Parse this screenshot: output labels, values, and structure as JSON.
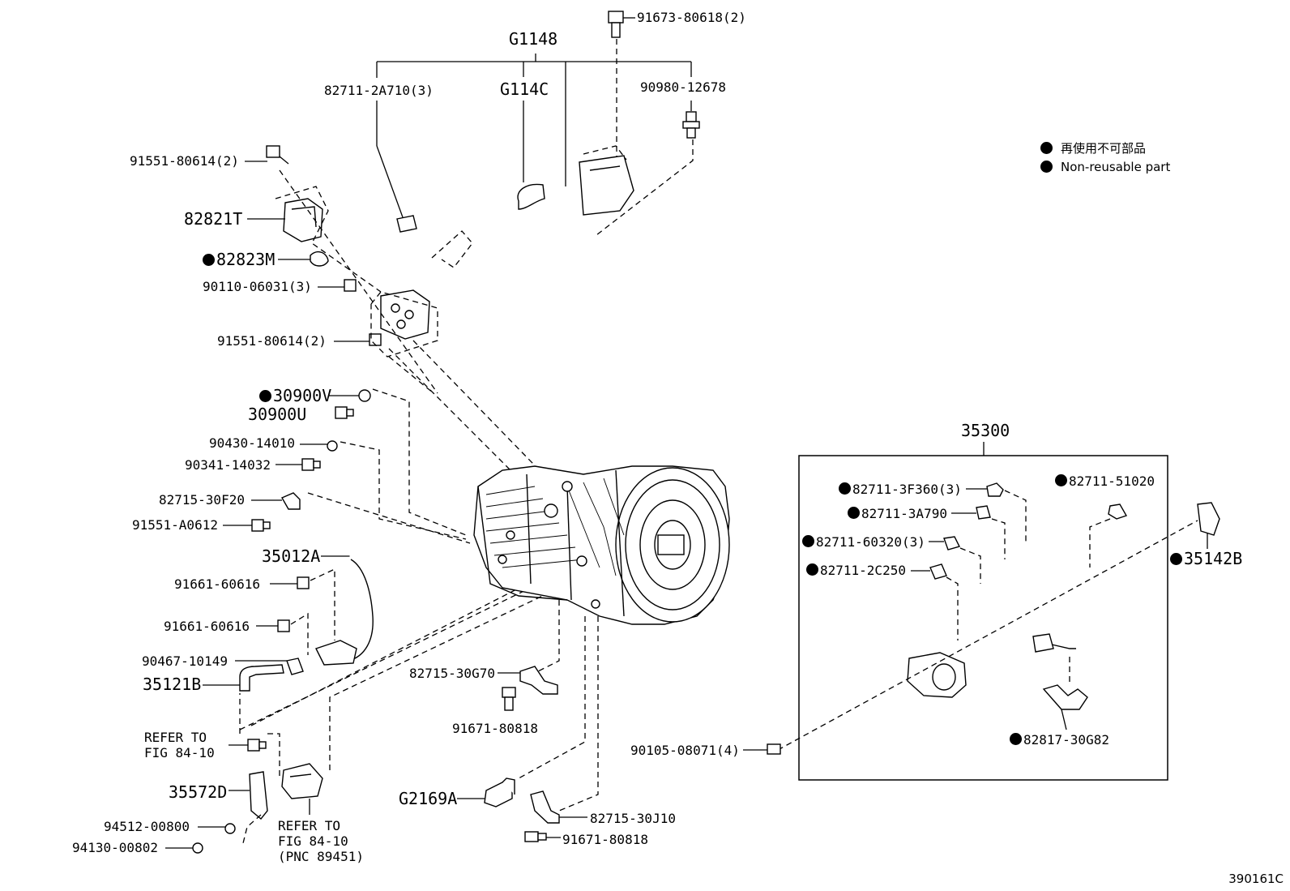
{
  "legend": {
    "japanese": "再使用不可部品",
    "english": "Non-reusable part"
  },
  "figure_id": "390161C",
  "labels": {
    "g1148": "G1148",
    "g114c": "G114C",
    "p91673": "91673-80618(2)",
    "p82711_2a710": "82711-2A710(3)",
    "p90980": "90980-12678",
    "p91551_top": "91551-80614(2)",
    "p82821t": "82821T",
    "p82823m": "82823M",
    "p90110": "90110-06031(3)",
    "p91551_mid": "91551-80614(2)",
    "p30900v": "30900V",
    "p30900u": "30900U",
    "p90430": "90430-14010",
    "p90341": "90341-14032",
    "p82715_30f20": "82715-30F20",
    "p91551_a0612": "91551-A0612",
    "p35012a": "35012A",
    "p91661_a": "91661-60616",
    "p91661_b": "91661-60616",
    "p90467": "90467-10149",
    "p35121b": "35121B",
    "refer_a": "REFER TO\nFIG 84-10",
    "p35572d": "35572D",
    "p94512": "94512-00800",
    "p94130": "94130-00802",
    "refer_b": "REFER TO\nFIG 84-10\n(PNC 89451)",
    "p82715_30g70": "82715-30G70",
    "p91671_a": "91671-80818",
    "g2169a": "G2169A",
    "p82715_30j10": "82715-30J10",
    "p91671_b": "91671-80818",
    "p35300": "35300",
    "p82711_3f360": "82711-3F360(3)",
    "p82711_3a790": "82711-3A790",
    "p82711_60320": "82711-60320(3)",
    "p82711_2c250": "82711-2C250",
    "p82711_51020": "82711-51020",
    "p35142b": "35142B",
    "p90105": "90105-08071(4)",
    "p82817": "82817-30G82"
  }
}
